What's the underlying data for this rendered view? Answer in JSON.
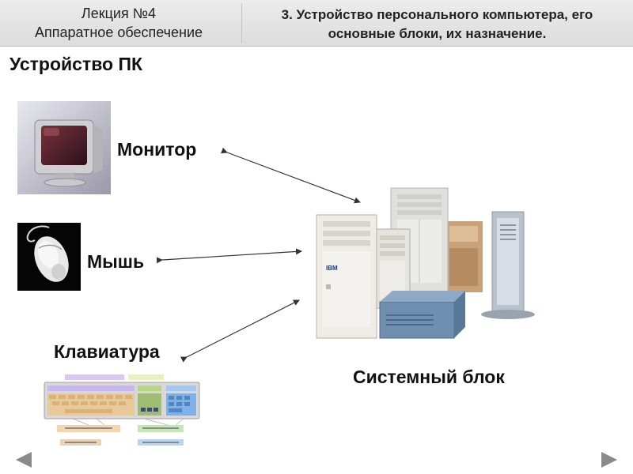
{
  "header": {
    "lecture_line1": "Лекция №4",
    "lecture_line2": "Аппаратное обеспечение",
    "topic_line1": "3. Устройство персонального компьютера, его",
    "topic_line2": "основные блоки, их назначение."
  },
  "slide": {
    "title": "Устройство ПК",
    "labels": {
      "monitor": "Монитор",
      "mouse": "Мышь",
      "keyboard": "Клавиатура",
      "system_unit": "Системный блок"
    },
    "case_brand": "IBM"
  },
  "navigation": {
    "prev_icon": "triangle-left-icon",
    "next_icon": "triangle-right-icon"
  },
  "colors": {
    "header_bg": "#e2e2e2",
    "arrow": "#333333",
    "nav_arrow": "#8a8a8a"
  }
}
